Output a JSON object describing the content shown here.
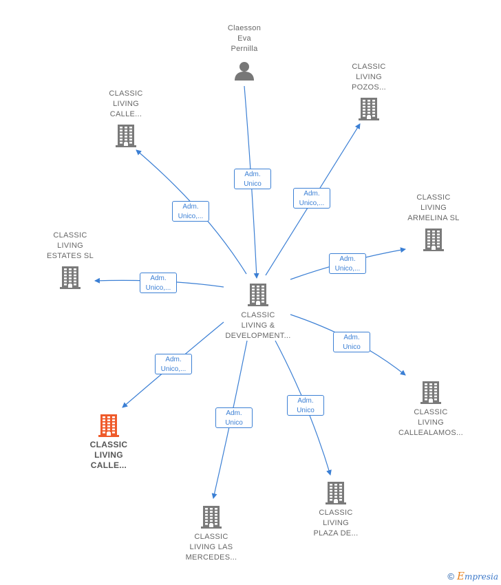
{
  "colors": {
    "edge": "#3b7fd4",
    "company": "#7a7a7a",
    "person": "#777777",
    "highlight": "#ef5a2a"
  },
  "nodes": [
    {
      "id": "center",
      "kind": "company",
      "label": [
        "CLASSIC",
        "LIVING &",
        "DEVELOPMENT..."
      ]
    },
    {
      "id": "person",
      "kind": "person",
      "label": [
        "Claesson",
        "Eva",
        "Pernilla"
      ]
    },
    {
      "id": "pozos",
      "kind": "company",
      "label": [
        "CLASSIC",
        "LIVING",
        "POZOS..."
      ]
    },
    {
      "id": "calle-top",
      "kind": "company",
      "label": [
        "CLASSIC",
        "LIVING",
        "CALLE..."
      ]
    },
    {
      "id": "armelina",
      "kind": "company",
      "label": [
        "CLASSIC",
        "LIVING",
        "ARMELINA  SL"
      ]
    },
    {
      "id": "estates",
      "kind": "company",
      "label": [
        "CLASSIC",
        "LIVING",
        "ESTATES  SL"
      ]
    },
    {
      "id": "calle-red",
      "kind": "company",
      "highlight": true,
      "label": [
        "CLASSIC",
        "LIVING",
        "CALLE..."
      ]
    },
    {
      "id": "callealamos",
      "kind": "company",
      "label": [
        "CLASSIC",
        "LIVING",
        "CALLEALAMOS..."
      ]
    },
    {
      "id": "mercedes",
      "kind": "company",
      "label": [
        "CLASSIC",
        "LIVING LAS",
        "MERCEDES..."
      ]
    },
    {
      "id": "plaza",
      "kind": "company",
      "label": [
        "CLASSIC",
        "LIVING",
        "PLAZA DE..."
      ]
    }
  ],
  "edges": [
    {
      "from": "person",
      "to": "center",
      "label": [
        "Adm.",
        "Unico"
      ]
    },
    {
      "from": "center",
      "to": "pozos",
      "label": [
        "Adm.",
        "Unico,..."
      ]
    },
    {
      "from": "center",
      "to": "calle-top",
      "label": [
        "Adm.",
        "Unico,..."
      ]
    },
    {
      "from": "center",
      "to": "armelina",
      "label": [
        "Adm.",
        "Unico,..."
      ]
    },
    {
      "from": "center",
      "to": "estates",
      "label": [
        "Adm.",
        "Unico,..."
      ]
    },
    {
      "from": "center",
      "to": "calle-red",
      "label": [
        "Adm.",
        "Unico,..."
      ]
    },
    {
      "from": "center",
      "to": "callealamos",
      "label": [
        "Adm.",
        "Unico"
      ]
    },
    {
      "from": "center",
      "to": "mercedes",
      "label": [
        "Adm.",
        "Unico"
      ]
    },
    {
      "from": "center",
      "to": "plaza",
      "label": [
        "Adm.",
        "Unico"
      ]
    }
  ],
  "credit": {
    "symbol": "©",
    "brand_initial": "E",
    "brand_rest": "mpresia"
  }
}
